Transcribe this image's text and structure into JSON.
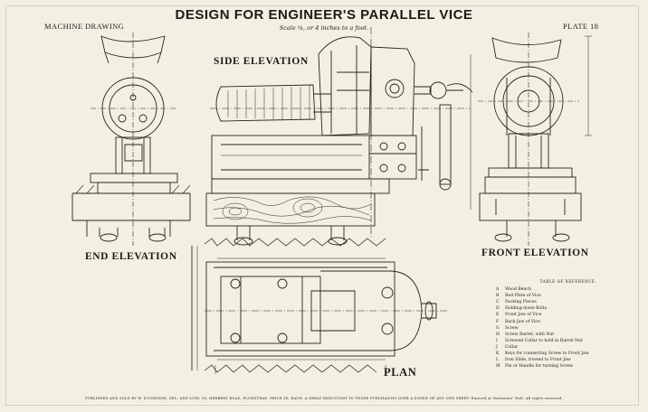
{
  "title": "DESIGN FOR ENGINEER'S PARALLEL VICE",
  "scale_note": "Scale ¼, or 4 inches to a foot.",
  "header_left": "MACHINE DRAWING",
  "header_right": "PLATE 18",
  "views": {
    "side": "SIDE ELEVATION",
    "end": "END ELEVATION",
    "front": "FRONT ELEVATION",
    "plan": "PLAN"
  },
  "reference": {
    "title": "TABLE OF REFERENCE.",
    "items": [
      {
        "key": "A",
        "text": "Wood Bench"
      },
      {
        "key": "B",
        "text": "Bed Plate of Vice"
      },
      {
        "key": "C",
        "text": "Packing Pieces"
      },
      {
        "key": "D",
        "text": "Holding-down Bolts"
      },
      {
        "key": "E",
        "text": "Front Jaw of Vice"
      },
      {
        "key": "F",
        "text": "Back Jaw of Vice"
      },
      {
        "key": "G",
        "text": "Screw"
      },
      {
        "key": "H",
        "text": "Screw Barrel, with Nut"
      },
      {
        "key": "I",
        "text": "Screwed Collar to hold in Barrel Nut"
      },
      {
        "key": "J",
        "text": "Collar"
      },
      {
        "key": "K",
        "text": "Keys for connecting Screw to Front Jaw"
      },
      {
        "key": "L",
        "text": "Iron Slide, riveted to Front Jaw"
      },
      {
        "key": "M",
        "text": "Pin or Handle for turning Screw"
      }
    ]
  },
  "footer": "PUBLISHED AND SOLD BY W. DUGENDOE, DEL. AND LITH. 56, HERBERT ROAD, PLUMSTEAD. PRICE 3D. EACH. A GREAT REDUCTION TO THOSE PURCHASING OVER A DOZEN OF ANY ONE SHEET. Entered at Stationers' Hall. All rights reserved."
}
